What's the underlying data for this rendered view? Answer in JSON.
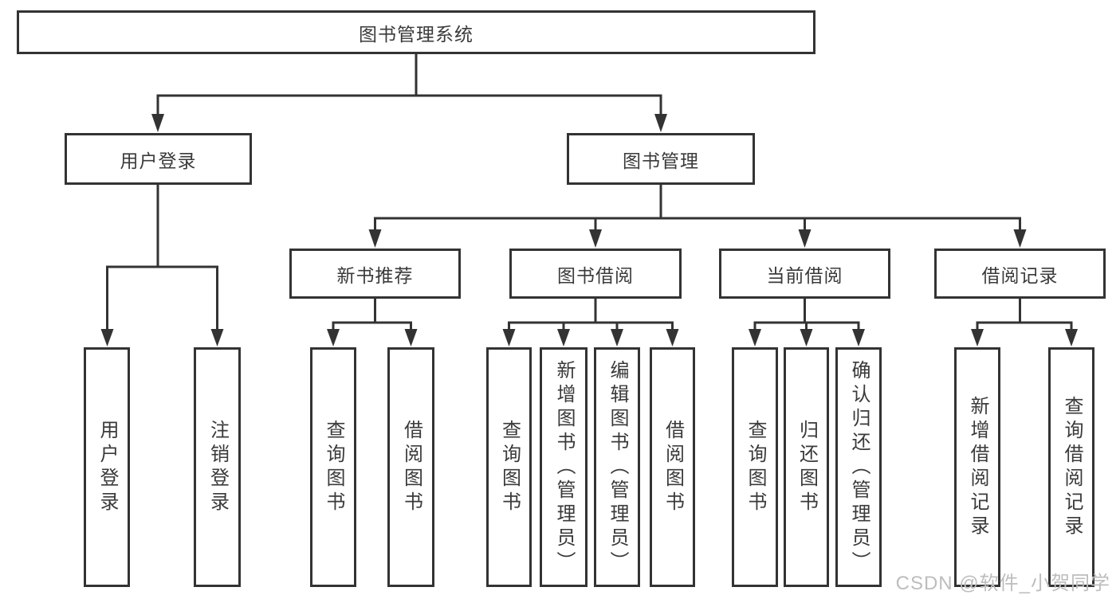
{
  "tree": {
    "root": "图书管理系统",
    "branches": [
      {
        "label": "用户登录",
        "leaves": [
          "用户登录",
          "注销登录"
        ]
      },
      {
        "label": "图书管理",
        "children": [
          {
            "label": "新书推荐",
            "leaves": [
              "查询图书",
              "借阅图书"
            ]
          },
          {
            "label": "图书借阅",
            "leaves": [
              "查询图书",
              "新增图书（管理员）",
              "编辑图书（管理员）",
              "借阅图书"
            ]
          },
          {
            "label": "当前借阅",
            "leaves": [
              "查询图书",
              "归还图书",
              "确认归还（管理员）"
            ]
          },
          {
            "label": "借阅记录",
            "leaves": [
              "新增借阅记录",
              "查询借阅记录"
            ]
          }
        ]
      }
    ]
  },
  "watermark": {
    "text": "CSDN @软件_小贺同学",
    "color": "#bdbdbd"
  },
  "colors": {
    "line": "#333333",
    "box_border": "#333333",
    "text": "#3a3a3a",
    "background": "#ffffff"
  }
}
